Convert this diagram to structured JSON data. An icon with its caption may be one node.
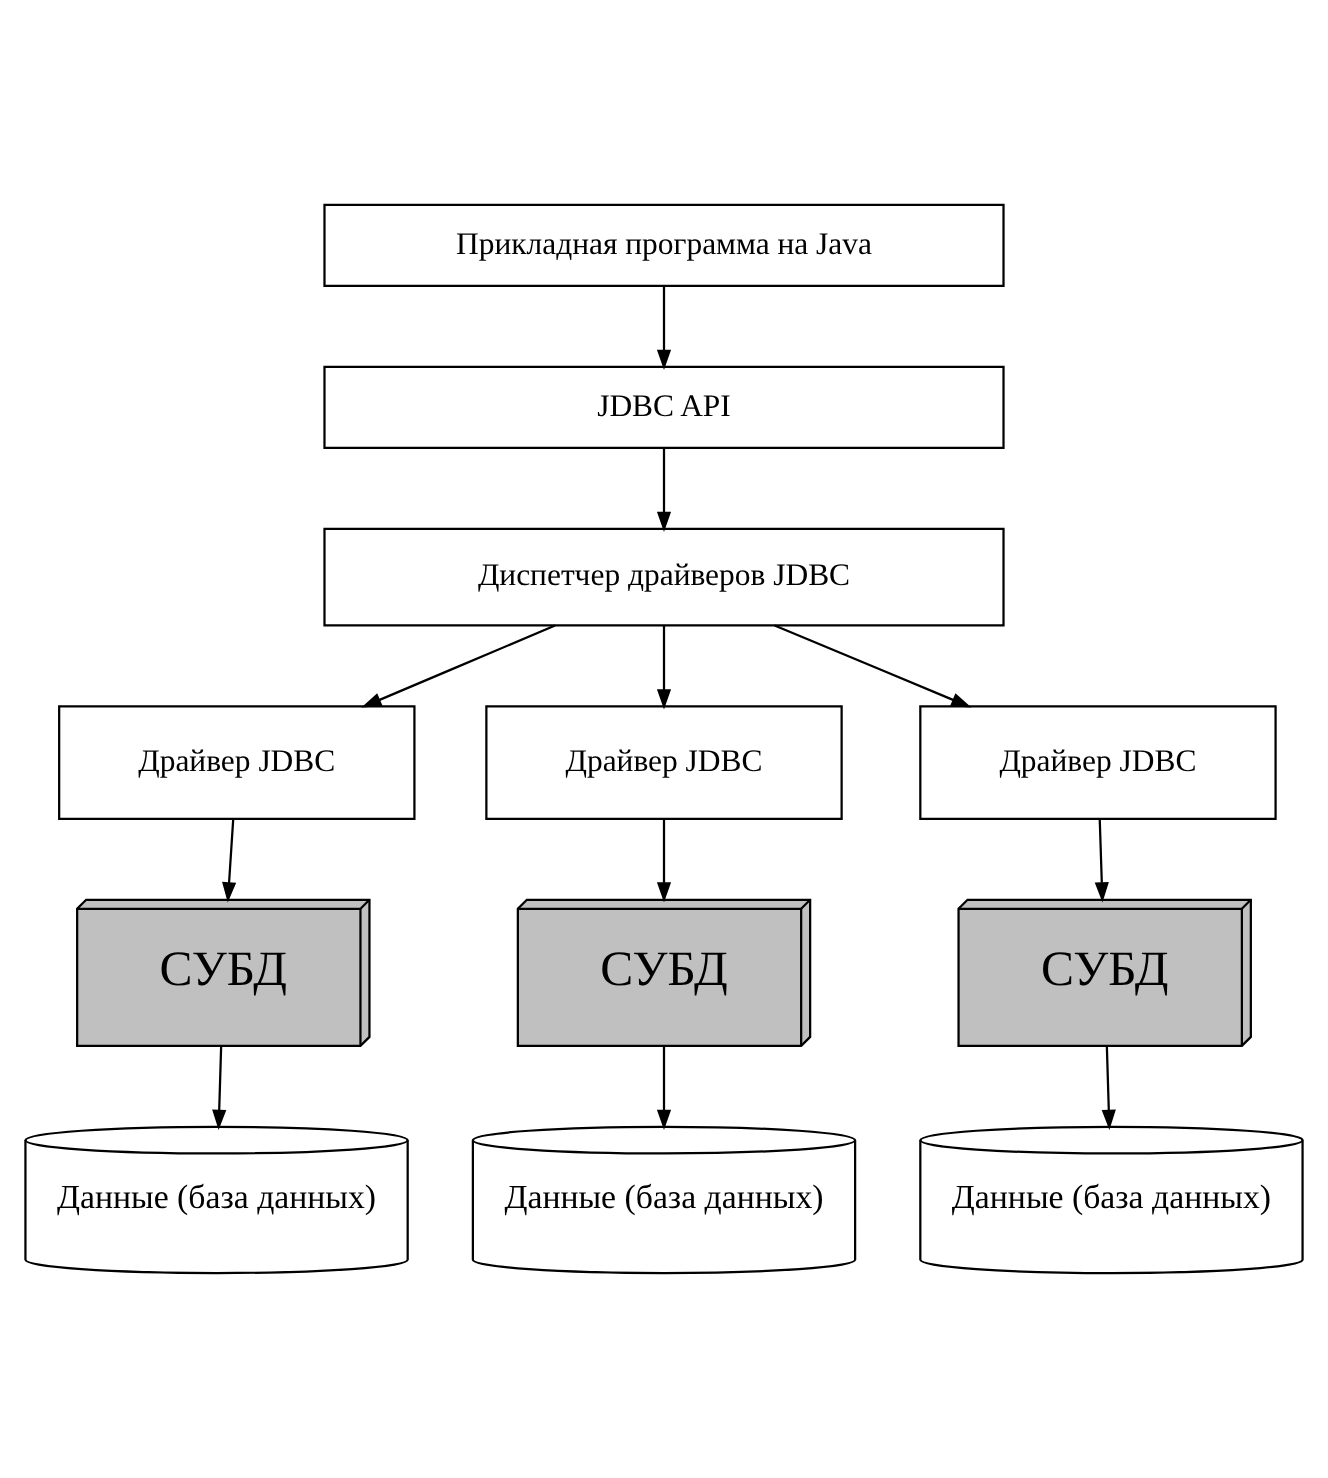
{
  "diagram": {
    "nodes": [
      {
        "text": [
          "Прикладная программа на Java"
        ]
      },
      {
        "text": [
          "JDBC API"
        ]
      },
      {
        "text": [
          "Диспетчер драйверов JDBC"
        ]
      },
      {
        "text": [
          "Драйвер JDBC"
        ]
      },
      {
        "text": [
          "Драйвер JDBC"
        ]
      },
      {
        "text": [
          "Драйвер JDBC"
        ]
      },
      {
        "text": [
          "СУБД"
        ]
      },
      {
        "text": [
          "СУБД"
        ]
      },
      {
        "text": [
          "СУБД"
        ]
      },
      {
        "text": [
          "Данные (база данных)"
        ]
      },
      {
        "text": [
          "Данные (база данных)"
        ]
      },
      {
        "text": [
          "Данные (база данных)"
        ]
      }
    ],
    "edges": [
      {
        "from": 0,
        "to": 1,
        "arrow": "to"
      },
      {
        "from": 1,
        "to": 2,
        "arrow": "to"
      },
      {
        "from": 2,
        "to": 3,
        "arrow": "to"
      },
      {
        "from": 2,
        "to": 4,
        "arrow": "to"
      },
      {
        "from": 2,
        "to": 5,
        "arrow": "to"
      },
      {
        "from": 3,
        "to": 6,
        "arrow": "to"
      },
      {
        "from": 4,
        "to": 7,
        "arrow": "to"
      },
      {
        "from": 5,
        "to": 8,
        "arrow": "to"
      },
      {
        "from": 6,
        "to": 9,
        "arrow": "to"
      },
      {
        "from": 7,
        "to": 10,
        "arrow": "to"
      },
      {
        "from": 8,
        "to": 11,
        "arrow": "to"
      }
    ]
  }
}
